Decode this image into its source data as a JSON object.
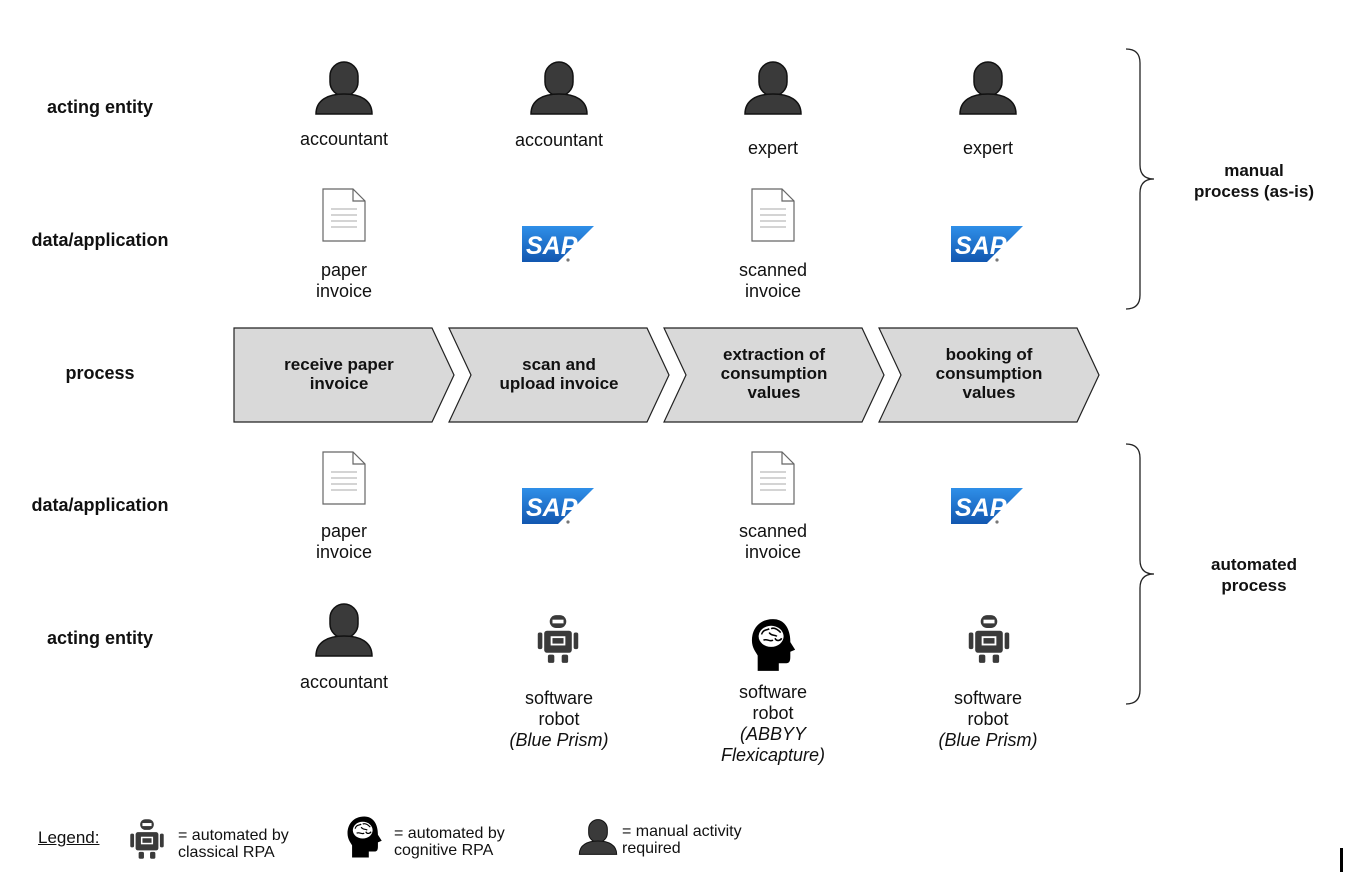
{
  "row_labels": {
    "acting_top": "acting entity",
    "data_top": "data/application",
    "process": "process",
    "data_bottom": "data/application",
    "acting_bottom": "acting entity"
  },
  "side_labels": {
    "manual": "manual\nprocess (as-is)",
    "automated": "automated\nprocess"
  },
  "manual_actors": [
    "accountant",
    "accountant",
    "expert",
    "expert"
  ],
  "manual_data": [
    "paper\ninvoice",
    "",
    "scanned\ninvoice",
    ""
  ],
  "process_steps": [
    "receive paper\ninvoice",
    "scan and\nupload invoice",
    "extraction of\nconsumption\nvalues",
    "booking of\nconsumption\nvalues"
  ],
  "automated_data": [
    "paper\ninvoice",
    "",
    "scanned\ninvoice",
    ""
  ],
  "automated_actors": {
    "a1": "accountant",
    "a2_main": "software\nrobot",
    "a2_tool": "(Blue Prism)",
    "a3_main": "software\nrobot",
    "a3_tool": "(ABBYY\nFlexicapture)",
    "a4_main": "software\nrobot",
    "a4_tool": "(Blue Prism)"
  },
  "sap_logo_text": "SAP",
  "icons": {
    "person": "person-icon",
    "document": "document-icon",
    "sap": "sap-logo-icon",
    "robot": "robot-icon",
    "brain": "brain-head-icon"
  },
  "legend": {
    "title": "Legend:",
    "classical": "=  automated by\n    classical RPA",
    "cognitive": "=  automated by\n    cognitive RPA",
    "manual": "=  manual activity\n    required"
  },
  "colors": {
    "chevron_fill": "#d9d9d9",
    "icon_dark": "#3a3a3a",
    "sap_blue": "#1a6fc9"
  }
}
